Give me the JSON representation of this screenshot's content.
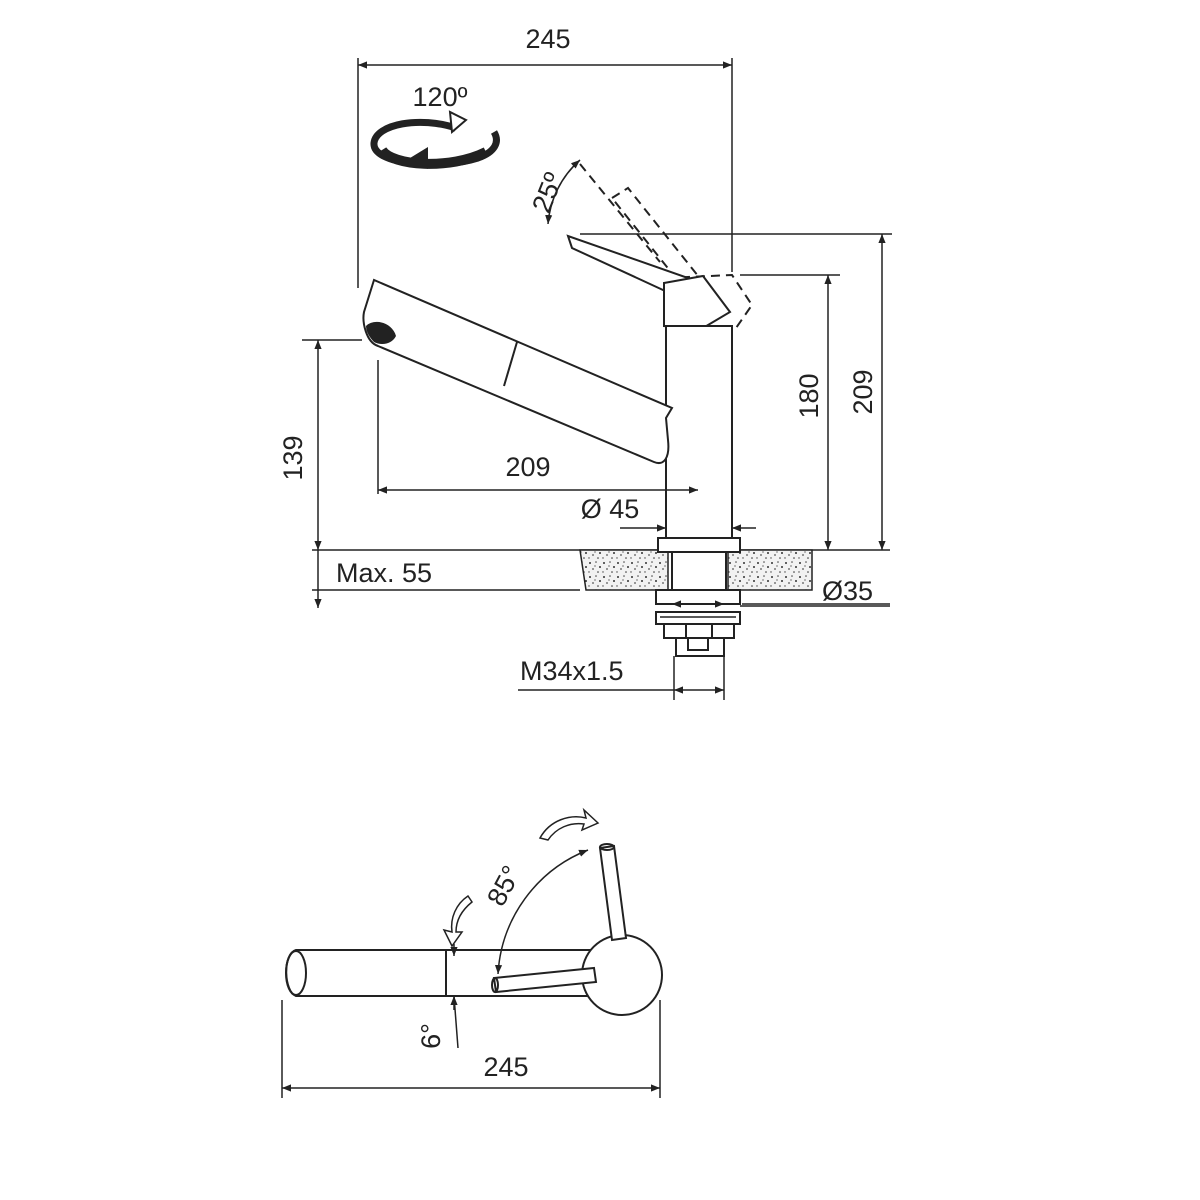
{
  "diagram": {
    "side_view": {
      "labels": {
        "overall_width": "245",
        "swivel_angle": "120º",
        "lever_angle": "25º",
        "spout_reach": "209",
        "spout_height": "139",
        "body_height": "180",
        "total_height": "209",
        "base_diameter": "Ø 45",
        "max_deck_thickness": "Max. 55",
        "hole_diameter": "Ø35",
        "thread": "M34x1.5"
      }
    },
    "top_view": {
      "labels": {
        "overall_length": "245",
        "lever_angle": "85°",
        "spout_angle": "6°"
      }
    }
  }
}
